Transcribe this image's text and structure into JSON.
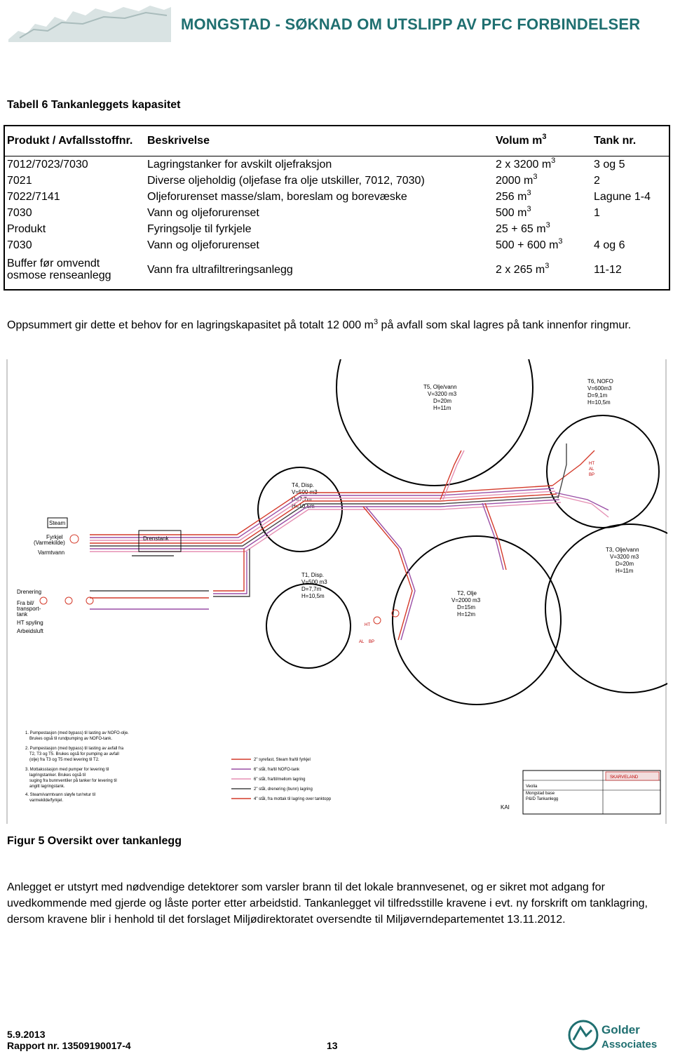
{
  "header": {
    "title": "MONGSTAD - SØKNAD OM UTSLIPP AV PFC FORBINDELSER"
  },
  "table": {
    "title": "Tabell 6 Tankanleggets kapasitet",
    "headers": {
      "produkt": "Produkt / Avfallsstoffnr.",
      "beskrivelse": "Beskrivelse",
      "volum": "Volum m",
      "volum_sup": "3",
      "tank": "Tank nr."
    },
    "rows": [
      {
        "produkt": "7012/7023/7030",
        "beskrivelse": "Lagringstanker for avskilt oljefraksjon",
        "volum": "2 x 3200 m",
        "volum_sup": "3",
        "tank": "3 og 5"
      },
      {
        "produkt": "7021",
        "beskrivelse": "Diverse oljeholdig (oljefase fra olje utskiller, 7012, 7030)",
        "volum": "2000 m",
        "volum_sup": "3",
        "tank": "2"
      },
      {
        "produkt": "7022/7141",
        "beskrivelse": "Oljeforurenset masse/slam, boreslam og borevæske",
        "volum": "256 m",
        "volum_sup": "3",
        "tank": "Lagune 1-4"
      },
      {
        "produkt": "7030",
        "beskrivelse": "Vann og oljeforurenset",
        "volum": "500 m",
        "volum_sup": "3",
        "tank": "1"
      },
      {
        "produkt": "Produkt",
        "beskrivelse": "Fyringsolje til fyrkjele",
        "volum": "25 + 65 m",
        "volum_sup": "3",
        "tank": ""
      },
      {
        "produkt": "7030",
        "beskrivelse": "Vann og oljeforurenset",
        "volum": "500 + 600 m",
        "volum_sup": "3",
        "tank": "4 og 6"
      },
      {
        "produkt": "Buffer før omvendt osmose renseanlegg",
        "beskrivelse": "Vann fra ultrafiltreringsanlegg",
        "volum": "2 x 265 m",
        "volum_sup": "3",
        "tank": "11-12"
      }
    ]
  },
  "summary": {
    "text_before": "Oppsummert gir dette et behov for en lagringskapasitet på totalt 12 000 m",
    "sup": "3",
    "text_after": " på avfall som skal lagres på tank innenfor ringmur."
  },
  "diagram": {
    "tanks": [
      {
        "name": "T5, Olje/vann",
        "v": "V=3200 m3",
        "d": "D=20m",
        "h": "H=11m"
      },
      {
        "name": "T6, NOFO",
        "v": "V=600m3",
        "d": "D=9,1m",
        "h": "H=10,5m"
      },
      {
        "name": "T4, Disp.",
        "v": "V=500 m3",
        "d": "D=7,7m",
        "h": "H=10,5m"
      },
      {
        "name": "T1, Disp.",
        "v": "V=500 m3",
        "d": "D=7,7m",
        "h": "H=10,5m"
      },
      {
        "name": "T2, Olje",
        "v": "V=2000 m3",
        "d": "D=15m",
        "h": "H=12m"
      },
      {
        "name": "T3, Olje/vann",
        "v": "V=3200 m3",
        "d": "D=20m",
        "h": "H=11m"
      }
    ],
    "left_labels": [
      "Steam",
      "Fyrkjel",
      "(Varmekilde)",
      "Varmtvann",
      "Drenstank",
      "Drenering",
      "Fra bil/",
      "transport-",
      "tank",
      "HT spyling",
      "Arbeidsluft"
    ],
    "port_labels": [
      "HT",
      "AL",
      "BP"
    ],
    "notes": [
      "1. Pumpestasjon (med bypass) til lasting av NOFO-olje.",
      "Brukes også til rundpumping av NOFO-tank.",
      "2. Pumpestasjon (med bypass) til lasting av avfall fra",
      "T2, T3 og T5. Brukes også for pumping av avfall",
      "(olje) fra T3 og T5 med levering til T2.",
      "3. Mottaksstasjon med pumper for levering til",
      "lagringstanker. Brukes også til",
      "suging fra bunnventiler på tanker for levering til",
      "angitt lagringstank.",
      "4. Steam/varmtvann sløyfe tur/retur til",
      "varmekilde/fyrkjel."
    ],
    "legend": [
      "2\" syrefast, Steam fra/til fyrkjel",
      "6\" stål, fra/til NOFO-tank",
      "6\" stål, fra/til/mellom lagring",
      "2\" stål, drenering (bunn) lagring",
      "4\" stål, fra mottak til lagring over tanktopp"
    ],
    "title_block": {
      "company": "SKARVELAND",
      "client": "Veolia",
      "project": "Mongstad base",
      "drawing": "P&ID Tankanlegg",
      "quay": "KAI"
    }
  },
  "figure": {
    "caption": "Figur 5 Oversikt over tankanlegg"
  },
  "body_paragraph": "Anlegget er utstyrt med nødvendige detektorer som varsler brann til det lokale brannvesenet, og er sikret mot adgang for uvedkommende med gjerde og låste porter etter arbeidstid. Tankanlegget vil tilfredsstille kravene i evt. ny forskrift om tanklagring, dersom kravene blir i henhold til det forslaget Miljødirektoratet oversendte til Miljøverndepartementet 13.11.2012.",
  "footer": {
    "date": "5.9.2013",
    "report": "Rapport nr. 13509190017-4",
    "page": "13",
    "logo_text_1": "Golder",
    "logo_text_2": "Associates"
  },
  "colors": {
    "header_teal": "#1f6f70",
    "pipe_red": "#d43a2a",
    "pipe_purple": "#9a4fa6",
    "pipe_pink": "#e58fb3",
    "pipe_dark": "#444444"
  }
}
